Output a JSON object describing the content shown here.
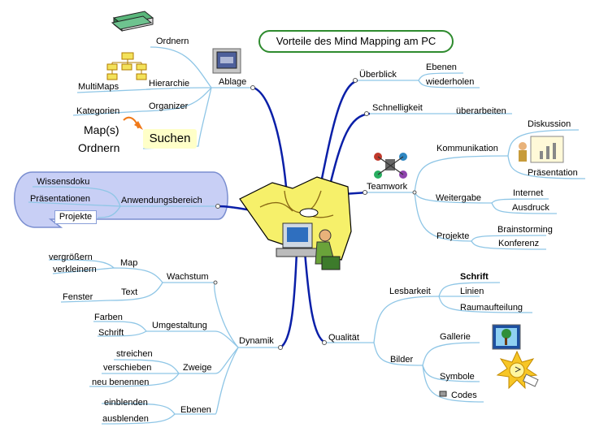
{
  "title": "Vorteile des Mind Mapping am PC",
  "colors": {
    "branch_blue": "#0a1fa8",
    "twig_blue": "#8fc6e6",
    "highlight_yellow": "#ffffc8",
    "bubble": "#c8cff5",
    "title_border": "#2e8b2e",
    "arrow_orange": "#f07a1a"
  },
  "left": {
    "ablage": {
      "label": "Ablage",
      "items": {
        "ordnern": "Ordnern",
        "hierarchie": "Hierarchie",
        "multimaps": "MultiMaps",
        "organizer": "Organizer",
        "kategorien": "Kategorien",
        "suchen": "Suchen",
        "maps": "Map(s)",
        "ordnern2": "Ordnern"
      }
    },
    "anwendungsbereich": {
      "label": "Anwendungsbereich",
      "items": {
        "wissensdoku": "Wissensdoku",
        "praesentationen": "Präsentationen",
        "projekte": "Projekte"
      }
    },
    "dynamik": {
      "label": "Dynamik",
      "wachstum": {
        "label": "Wachstum",
        "map": "Map",
        "vergroessern": "vergrößern",
        "verkleinern": "verkleinern",
        "text": "Text",
        "fenster": "Fenster"
      },
      "umgestaltung": {
        "label": "Umgestaltung",
        "farben": "Farben",
        "schrift": "Schrift"
      },
      "zweige": {
        "label": "Zweige",
        "streichen": "streichen",
        "verschieben": "verschieben",
        "neu_benennen": "neu benennen"
      },
      "ebenen": {
        "label": "Ebenen",
        "einblenden": "einblenden",
        "ausblenden": "ausblenden"
      }
    }
  },
  "right": {
    "ueberblick": {
      "label": "Überblick",
      "ebenen": "Ebenen",
      "wiederholen": "wiederholen"
    },
    "schnelligkeit": {
      "label": "Schnelligkeit",
      "ueberarbeiten": "überarbeiten"
    },
    "teamwork": {
      "label": "Teamwork",
      "kommunikation": {
        "label": "Kommunikation",
        "diskussion": "Diskussion",
        "praesentation": "Präsentation"
      },
      "weitergabe": {
        "label": "Weitergabe",
        "internet": "Internet",
        "ausdruck": "Ausdruck"
      },
      "projekte": {
        "label": "Projekte",
        "brainstorming": "Brainstorming",
        "konferenz": "Konferenz"
      }
    },
    "qualitaet": {
      "label": "Qualität",
      "lesbarkeit": {
        "label": "Lesbarkeit",
        "schrift": "Schrift",
        "linien": "Linien",
        "raumaufteilung": "Raumaufteilung"
      },
      "bilder": {
        "label": "Bilder",
        "gallerie": "Gallerie",
        "symbole": "Symbole",
        "codes": "Codes"
      }
    }
  },
  "icons": [
    "books-icon",
    "org-chart-icon",
    "filing-cabinet-icon",
    "team-network-icon",
    "presenter-icon",
    "tree-picture-icon",
    "idea-bulb-icon",
    "center-illustration",
    "search-arrow-icon",
    "codes-icon"
  ]
}
